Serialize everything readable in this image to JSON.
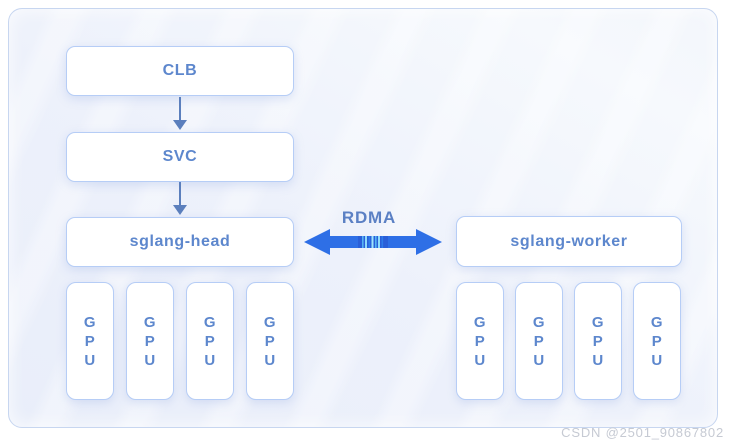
{
  "page": {
    "watermark": "CSDN @2501_90867802"
  },
  "colors": {
    "canvas_border": "#c7d6f0",
    "node_border": "#b6cdf6",
    "node_text": "#5d87cd",
    "flow_arrow": "#5b7fbd",
    "link_text": "#5b80c4",
    "accent_arrow": "#2e6fe6",
    "watermark": "#c6cad3"
  },
  "diagram": {
    "flow_nodes": [
      {
        "id": "clb",
        "label": "CLB"
      },
      {
        "id": "svc",
        "label": "SVC"
      },
      {
        "id": "sglang-head",
        "label": "sglang-head"
      }
    ],
    "link": {
      "label": "RDMA",
      "style": "bidirectional-arrow"
    },
    "worker_node": {
      "id": "sglang-worker",
      "label": "sglang-worker"
    },
    "gpu_label": "G\nP\nU",
    "left_gpu_count": 4,
    "right_gpu_count": 4
  }
}
